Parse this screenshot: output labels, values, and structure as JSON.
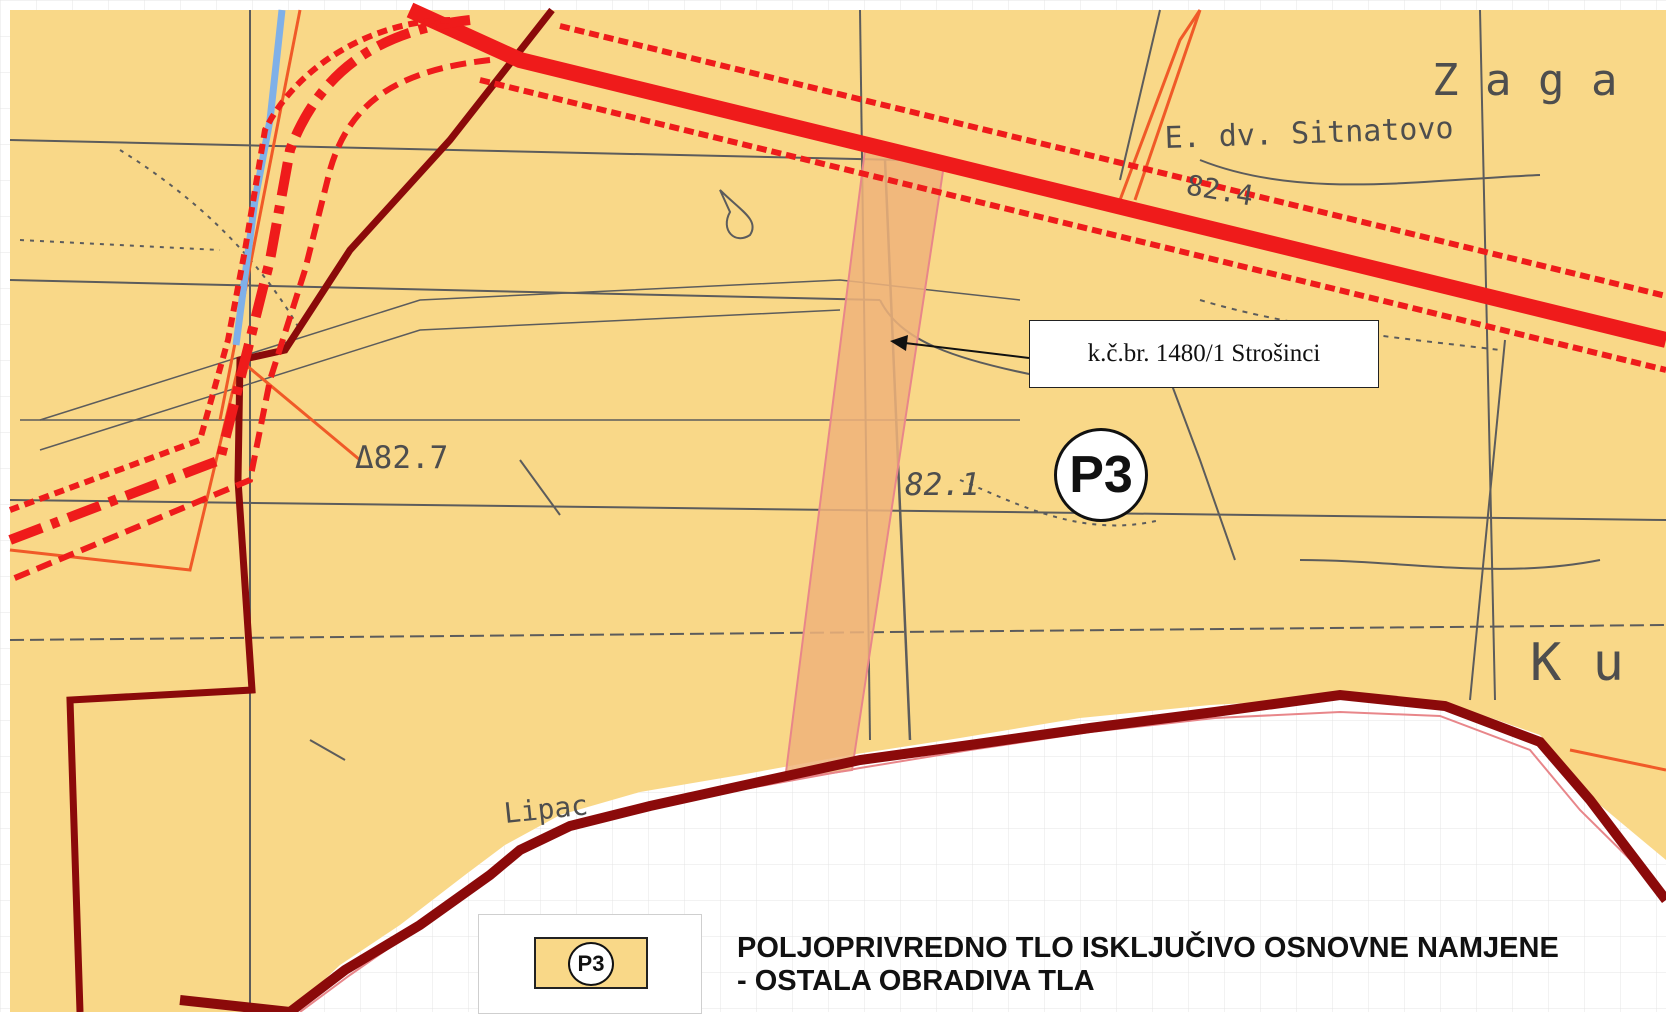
{
  "map": {
    "colors": {
      "land": "#f9d888",
      "road": "#ef1b1b",
      "boundary": "#8b0a0a",
      "stream": "#7fb0e8",
      "minor_line": "#f05a28",
      "parcel_fill": "#f0b37a",
      "parcel_edge": "#e8868a",
      "topo": "#5c5c5c"
    },
    "labels": {
      "place_top_right": "Z a g a",
      "place_right": "K u",
      "farm": "E. dv. Sitnatovo",
      "elevation_1": "Δ82.7",
      "elevation_2": "82.1",
      "elevation_3": "82.4",
      "field_name": "Lipac"
    },
    "callout": {
      "text": "k.č.br. 1480/1 Strošinci"
    },
    "zone_badge": {
      "code": "P3"
    },
    "legend": {
      "symbol_code": "P3",
      "line1": "POLJOPRIVREDNO TLO ISKLJUČIVO OSNOVNE NAMJENE",
      "line2": "- OSTALA OBRADIVA TLA"
    }
  }
}
